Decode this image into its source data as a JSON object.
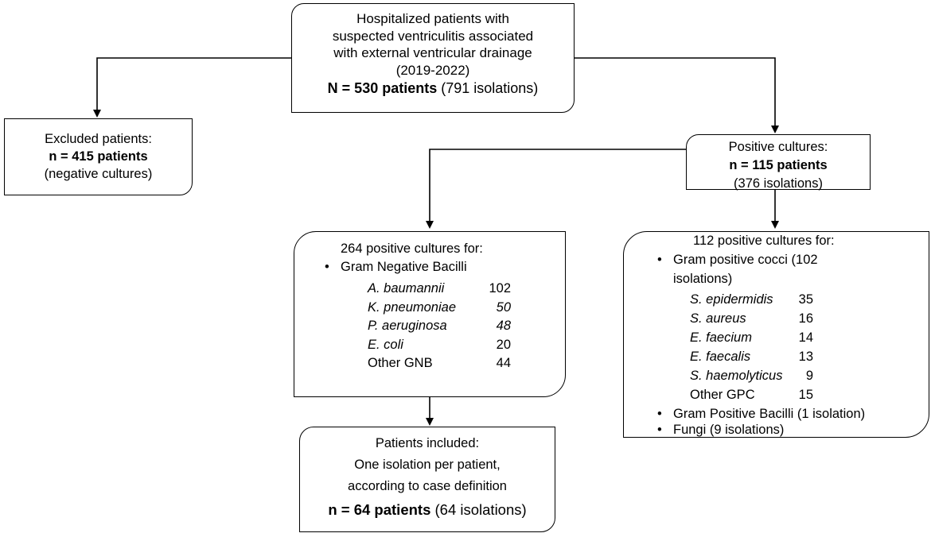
{
  "top_box": {
    "lines": [
      "Hospitalized patients with",
      "suspected ventriculitis associated",
      "with external ventricular drainage",
      "(2019-2022)"
    ],
    "n_bold": "N = 530 patients",
    "n_rest": " (791 isolations)"
  },
  "excluded_box": {
    "line1": "Excluded patients:",
    "n_bold": "n = 415 patients",
    "line3": "(negative cultures)"
  },
  "positive_box": {
    "line1": "Positive cultures:",
    "n_bold": "n = 115 patients",
    "line3": "(376 isolations)"
  },
  "gnb_box": {
    "header": "264 positive cultures for:",
    "bullet": "Gram Negative Bacilli",
    "organisms": [
      {
        "name": "A. baumannii",
        "count": "102",
        "italic_count": false
      },
      {
        "name": "K. pneumoniae",
        "count": "50",
        "italic_count": true
      },
      {
        "name": "P. aeruginosa",
        "count": "48",
        "italic_count": true
      },
      {
        "name": "E. coli",
        "count": "20",
        "italic_count": false
      },
      {
        "name": "Other GNB",
        "count": "44",
        "italic_count": false,
        "plain": true
      }
    ]
  },
  "gp_box": {
    "header": "112 positive cultures for:",
    "bullet1_a": "Gram positive cocci (102",
    "bullet1_b": "isolations)",
    "organisms": [
      {
        "name": "S. epidermidis",
        "count": "35"
      },
      {
        "name": "S. aureus",
        "count": "16"
      },
      {
        "name": "E. faecium",
        "count": "14"
      },
      {
        "name": "E. faecalis",
        "count": "13"
      },
      {
        "name": "S. haemolyticus",
        "count": "9"
      },
      {
        "name": "Other GPC",
        "count": "15",
        "plain": true
      }
    ],
    "bullet2": "Gram Positive Bacilli (1 isolation)",
    "bullet3": "Fungi (9 isolations)"
  },
  "included_box": {
    "line1": "Patients included:",
    "line2": "One isolation per patient,",
    "line3": "according to case definition",
    "n_bold": "n = 64 patients",
    "n_rest": " (64 isolations)"
  }
}
